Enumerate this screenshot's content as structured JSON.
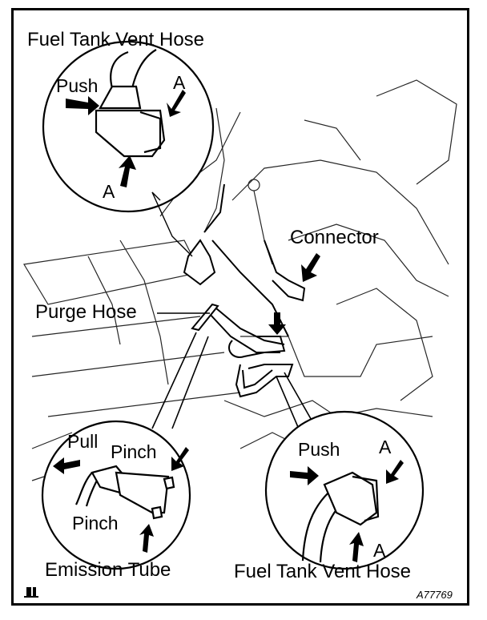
{
  "labels": {
    "top_vent_hose": "Fuel Tank Vent Hose",
    "top_push": "Push",
    "top_a_upper": "A",
    "top_a_lower": "A",
    "connector": "Connector",
    "purge_hose": "Purge Hose",
    "pull": "Pull",
    "pinch_upper": "Pinch",
    "pinch_lower": "Pinch",
    "emission_tube": "Emission Tube",
    "br_push": "Push",
    "br_a_upper": "A",
    "br_a_lower": "A",
    "br_vent_hose": "Fuel Tank Vent Hose",
    "figure_code": "A77769"
  },
  "colors": {
    "ink": "#000000",
    "paper": "#ffffff"
  },
  "icons": {
    "corner_mark": "manual-symbol-icon"
  }
}
